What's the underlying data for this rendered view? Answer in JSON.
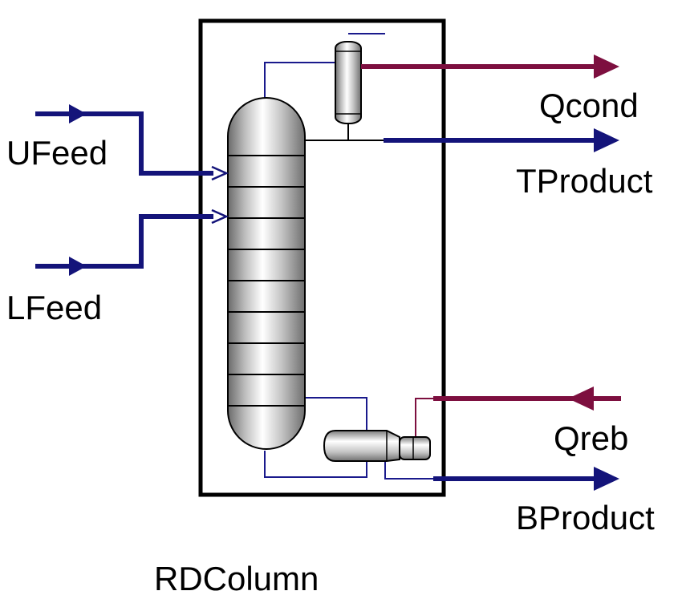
{
  "streams": {
    "ufeed": "UFeed",
    "lfeed": "LFeed",
    "qcond": "Qcond",
    "tproduct": "TProduct",
    "qreb": "Qreb",
    "bproduct": "BProduct"
  },
  "block": {
    "name": "RDColumn"
  },
  "colors": {
    "material_stream": "#14147a",
    "heat_stream": "#7d0f3f",
    "inner_line": "#1a1a8c",
    "block_border": "#000000"
  },
  "icons": {
    "column": "distillation-column-icon",
    "condenser": "condenser-drum-icon",
    "reboiler": "reboiler-icon"
  }
}
